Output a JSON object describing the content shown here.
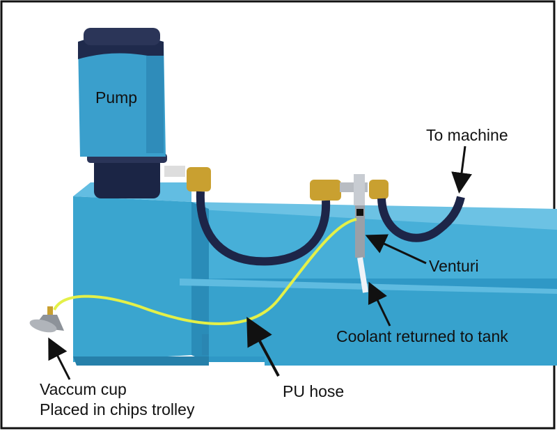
{
  "labels": {
    "pump": "Pump",
    "to_machine": "To machine",
    "venturi": "Venturi",
    "coolant_return": "Coolant returned to tank",
    "pu_hose": "PU hose",
    "vacuum_cup_line1": "Vaccum cup",
    "vacuum_cup_line2": "Placed in chips trolley"
  },
  "colors": {
    "tank": "#3aa5cf",
    "tank_top": "#5ab9df",
    "tank_shadow": "#2a8cb8",
    "pump_body": "#3a9fcc",
    "coolant_hose": "#1d2548",
    "pu_hose": "#e4f048",
    "fitting": "#c9a030"
  }
}
